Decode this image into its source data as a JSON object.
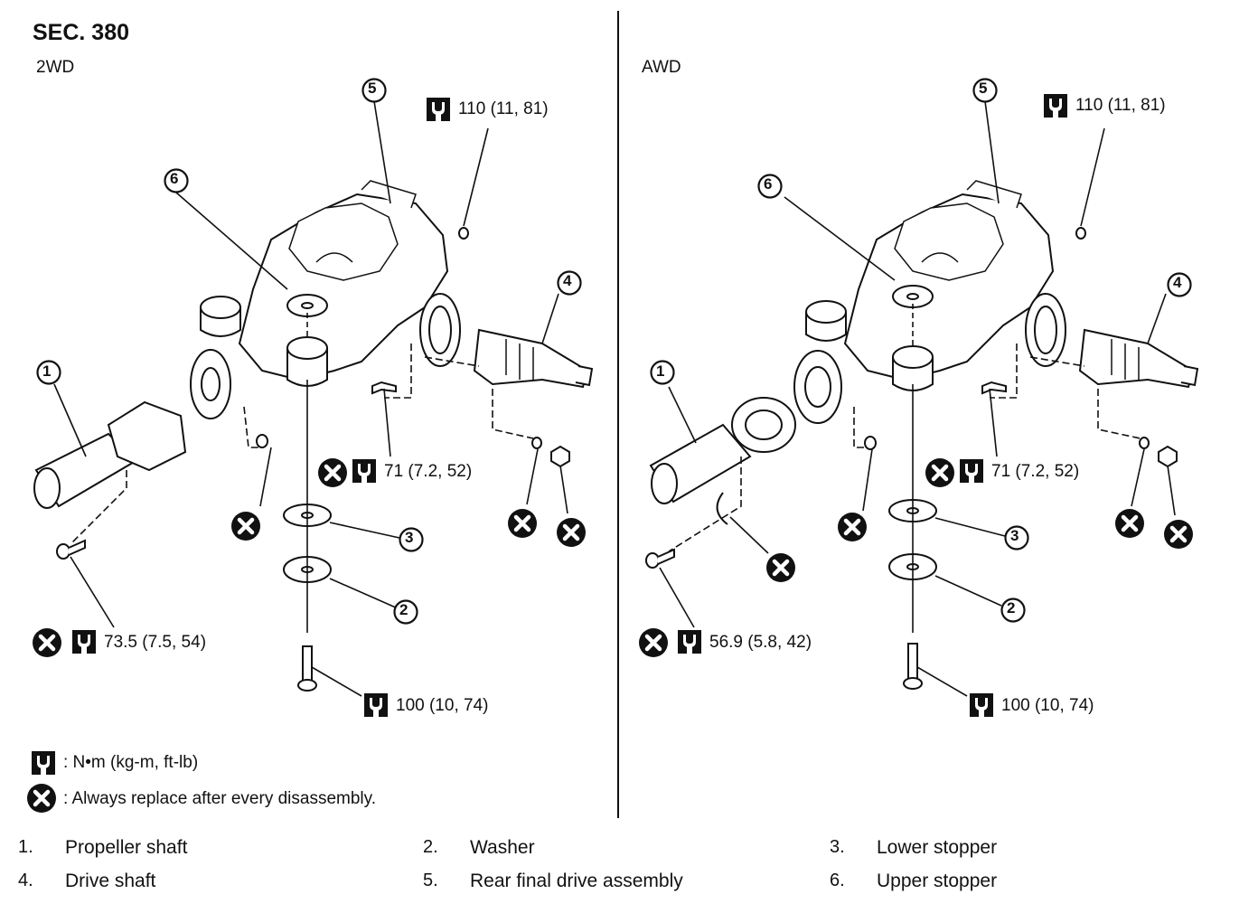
{
  "section": "SEC. 380",
  "left": {
    "variant": "2WD",
    "torques": {
      "t110": "110 (11, 81)",
      "t71": "71 (7.2, 52)",
      "t73": "73.5 (7.5, 54)",
      "t100": "100 (10, 74)"
    }
  },
  "right": {
    "variant": "AWD",
    "torques": {
      "t110": "110 (11, 81)",
      "t71": "71 (7.2, 52)",
      "t56": "56.9 (5.8, 42)",
      "t100": "100 (10, 74)"
    }
  },
  "callouts": [
    "1",
    "2",
    "3",
    "4",
    "5",
    "6"
  ],
  "legend": {
    "torque_unit": ": N•m (kg-m, ft-lb)",
    "replace_note": ": Always replace after every disassembly."
  },
  "parts": [
    {
      "num": "1.",
      "name": "Propeller shaft"
    },
    {
      "num": "2.",
      "name": "Washer"
    },
    {
      "num": "3.",
      "name": "Lower stopper"
    },
    {
      "num": "4.",
      "name": "Drive shaft"
    },
    {
      "num": "5.",
      "name": "Rear final drive assembly"
    },
    {
      "num": "6.",
      "name": "Upper stopper"
    }
  ]
}
